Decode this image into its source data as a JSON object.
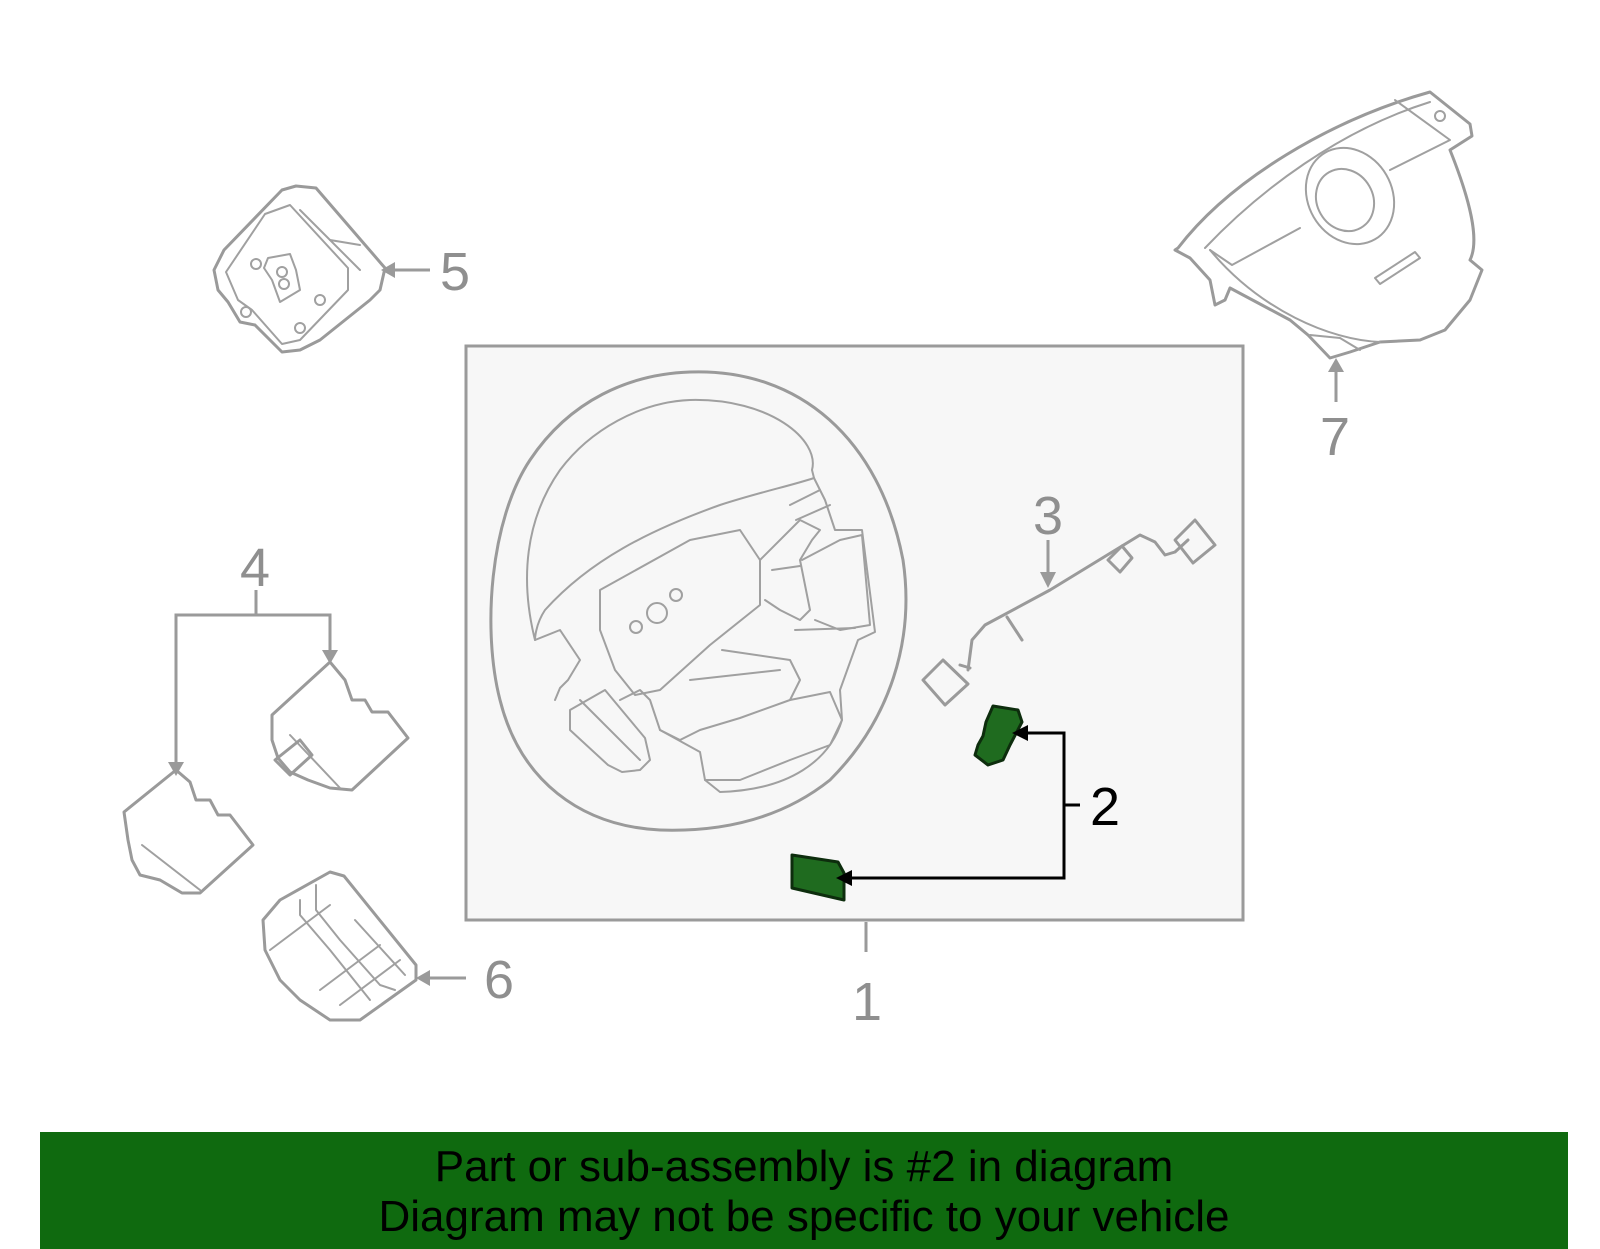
{
  "callouts": {
    "c1": "1",
    "c2": "2",
    "c3": "3",
    "c4": "4",
    "c5": "5",
    "c6": "6",
    "c7": "7"
  },
  "highlighted_part": "2",
  "colors": {
    "highlight_fill": "#1f6b1f",
    "banner_background": "#0f6a0f",
    "line_art": "#9a9a9a",
    "assembly_box_fill": "#f7f7f7"
  },
  "banner": {
    "line1": "Part or sub-assembly is #2 in diagram",
    "line2": "Diagram may not be specific to your vehicle"
  }
}
